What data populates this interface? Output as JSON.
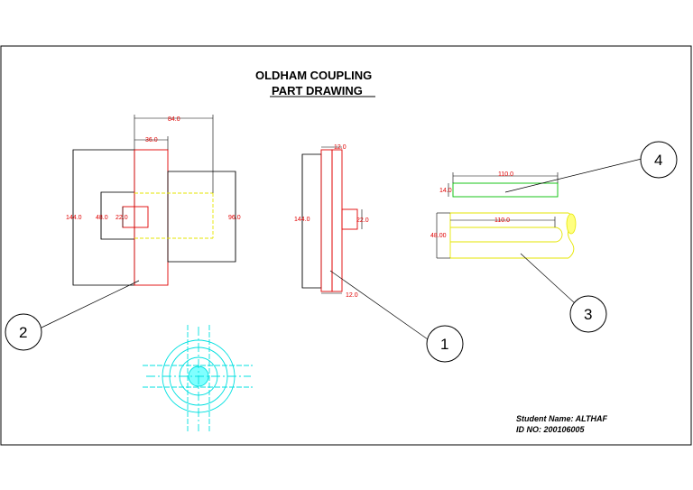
{
  "title": {
    "line1": "OLDHAM COUPLING",
    "line2": "PART DRAWING"
  },
  "part2_dims": {
    "top_width": "84.0",
    "slot_width": "36.0",
    "height": "144.0",
    "hub": "48.0",
    "bore": "22.0",
    "right_height": "96.0"
  },
  "part1_dims": {
    "top_thickness": "12.0",
    "height": "144.0",
    "boss": "22.0",
    "bottom_thickness": "12.0"
  },
  "part4_dims": {
    "length": "110.0",
    "thickness": "14.0"
  },
  "part3_dims": {
    "length": "110.0",
    "width": "48.00"
  },
  "balloons": {
    "b1": "1",
    "b2": "2",
    "b3": "3",
    "b4": "4"
  },
  "info": {
    "student": "Student Name: ALTHAF",
    "id": "ID NO: 200106005"
  },
  "colors": {
    "dimension": "#e00000",
    "part1_outline": "#e00000",
    "part3_outline": "#e6e600",
    "part4_outline": "#00c000",
    "end_view": "#00e0e0"
  }
}
